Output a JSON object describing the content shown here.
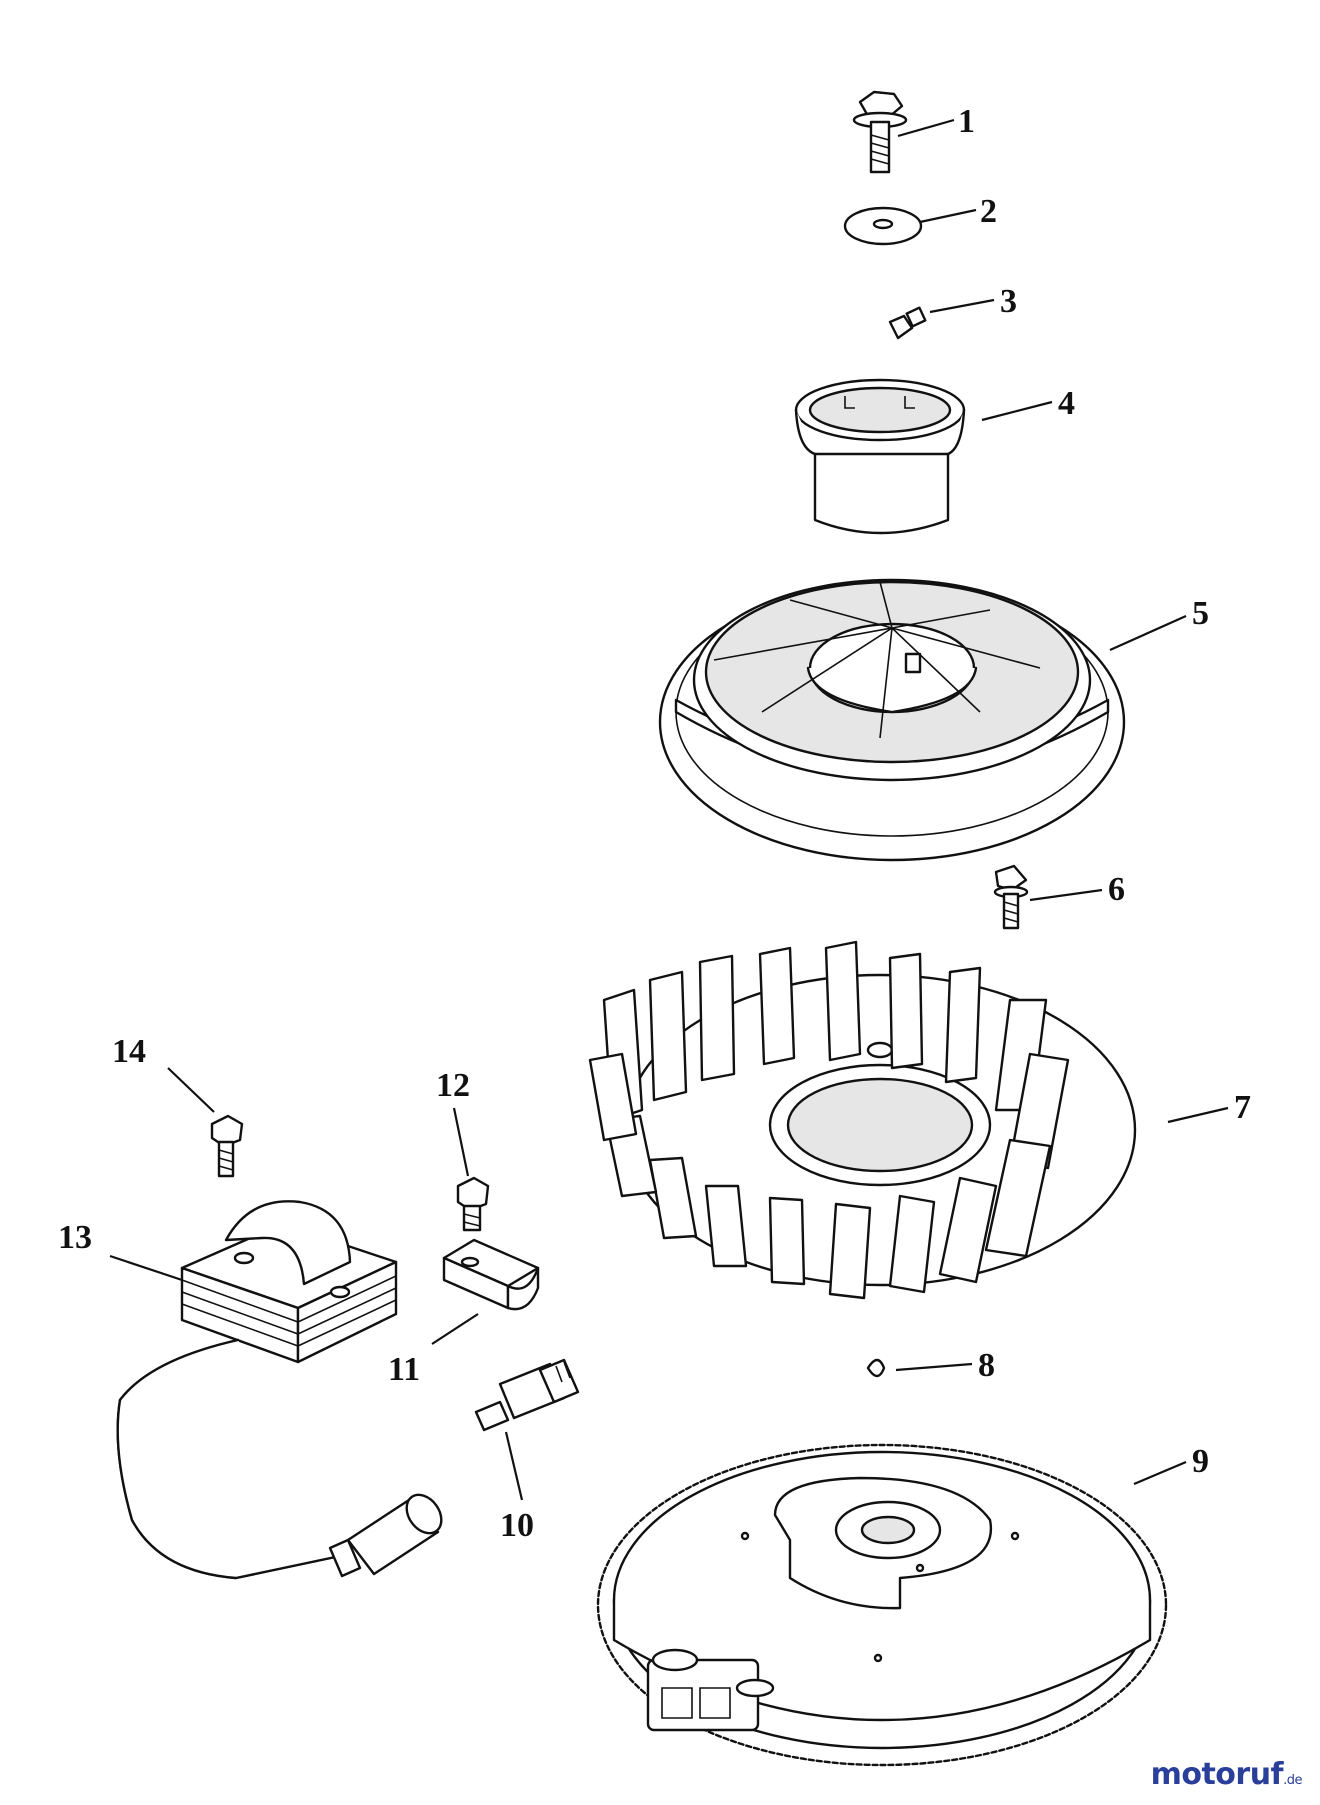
{
  "diagram": {
    "callouts": [
      {
        "id": "1",
        "text": "1"
      },
      {
        "id": "2",
        "text": "2"
      },
      {
        "id": "3",
        "text": "3"
      },
      {
        "id": "4",
        "text": "4"
      },
      {
        "id": "5",
        "text": "5"
      },
      {
        "id": "6",
        "text": "6"
      },
      {
        "id": "7",
        "text": "7"
      },
      {
        "id": "8",
        "text": "8"
      },
      {
        "id": "9",
        "text": "9"
      },
      {
        "id": "10",
        "text": "10"
      },
      {
        "id": "11",
        "text": "11"
      },
      {
        "id": "12",
        "text": "12"
      },
      {
        "id": "13",
        "text": "13"
      },
      {
        "id": "14",
        "text": "14"
      }
    ]
  },
  "watermark": {
    "brand": "motoruf",
    "suffix": ".de",
    "color": "#2a3f9a"
  }
}
